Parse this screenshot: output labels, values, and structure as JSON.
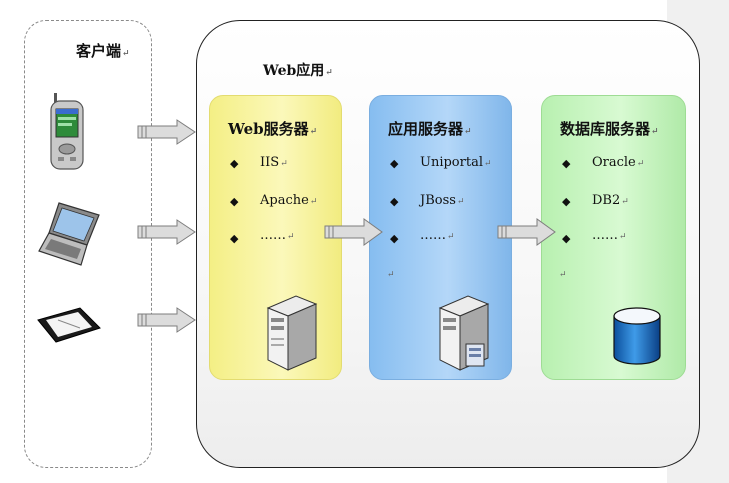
{
  "client": {
    "title": "客户端"
  },
  "web_app": {
    "title": "Web应用"
  },
  "panels": [
    {
      "title": "Web服务器",
      "items": [
        "IIS",
        "Apache",
        "……"
      ]
    },
    {
      "title": "应用服务器",
      "items": [
        "Uniportal",
        "JBoss",
        "……"
      ]
    },
    {
      "title": "数据库服务器",
      "items": [
        "Oracle",
        "DB2",
        "……"
      ]
    }
  ],
  "return_mark": "↵",
  "icons": [
    "pda-phone-icon",
    "laptop-icon",
    "tablet-icon",
    "server-icon",
    "app-server-icon",
    "database-icon"
  ],
  "colors": {
    "web_panel": "#f7f39c",
    "app_panel": "#9ccaf4",
    "db_panel": "#c8f5c0",
    "arrow": "#d8d8d8"
  }
}
